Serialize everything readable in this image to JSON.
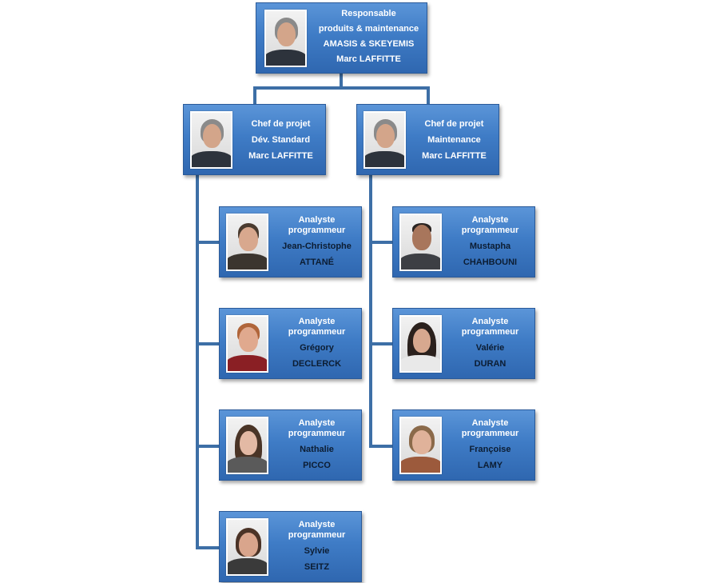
{
  "root": {
    "role_lines": [
      "Responsable",
      "produits & maintenance",
      "AMASIS & SKEYEMIS"
    ],
    "name": "Marc LAFFITTE"
  },
  "chefs": [
    {
      "role_lines": [
        "Chef de projet",
        "Dév. Standard"
      ],
      "name": "Marc LAFFITTE"
    },
    {
      "role_lines": [
        "Chef  de projet",
        "Maintenance"
      ],
      "name": "Marc LAFFITTE"
    }
  ],
  "analysts_left": [
    {
      "role_lines": [
        "Analyste",
        "programmeur"
      ],
      "first": "Jean-Christophe",
      "last": "ATTANÉ"
    },
    {
      "role_lines": [
        "Analyste",
        "programmeur"
      ],
      "first": "Grégory",
      "last": "DECLERCK"
    },
    {
      "role_lines": [
        "Analyste",
        "programmeur"
      ],
      "first": "Nathalie",
      "last": "PICCO"
    },
    {
      "role_lines": [
        "Analyste",
        "programmeur"
      ],
      "first": "Sylvie",
      "last": "SEITZ"
    }
  ],
  "analysts_right": [
    {
      "role_lines": [
        "Analyste",
        "programmeur"
      ],
      "first": "Mustapha",
      "last": "CHAHBOUNI"
    },
    {
      "role_lines": [
        "Analyste",
        "programmeur"
      ],
      "first": "Valérie",
      "last": "DURAN"
    },
    {
      "role_lines": [
        "Analyste",
        "programmeur"
      ],
      "first": "Françoise",
      "last": "LAMY"
    }
  ],
  "colors": {
    "box": "#3f7cc6",
    "connector": "#3d6fa6",
    "text": "#ffffff",
    "name_text": "#0c1d33"
  }
}
